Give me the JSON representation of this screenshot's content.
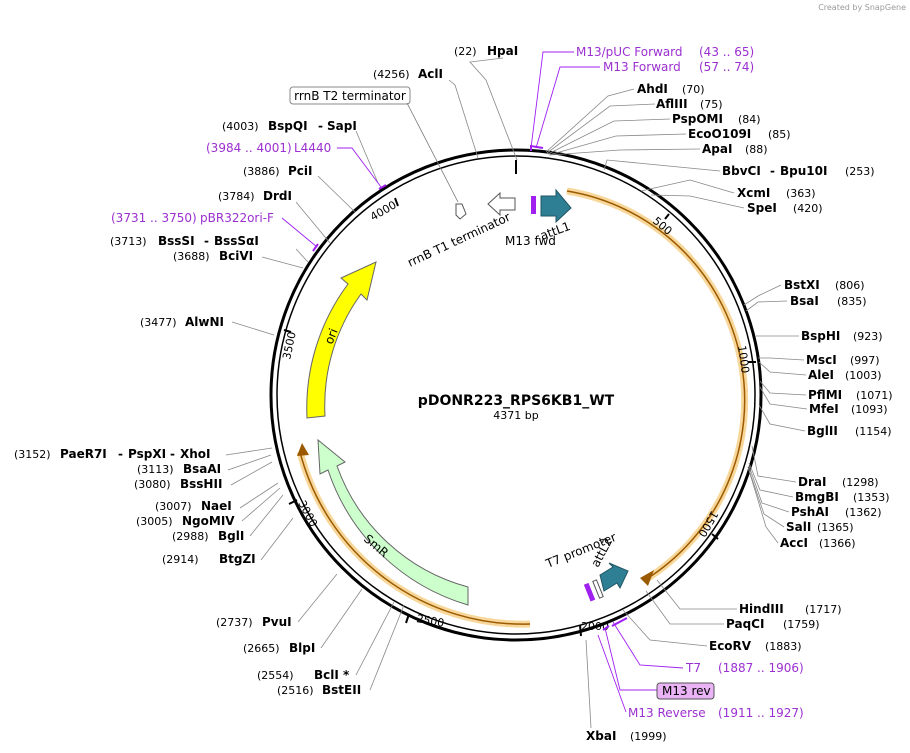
{
  "credit": "Created by SnapGene",
  "plasmid": {
    "name": "pDONR223_RPS6KB1_WT",
    "size_label": "4371 bp",
    "length": 4371
  },
  "colors": {
    "primer": "#9b30d0",
    "ori": "#ffff00",
    "smr": "#ccffcc",
    "att": "#2f7f94",
    "insert": "#f2b54a",
    "primer_site": "#a020f0"
  },
  "ticks": [
    {
      "label": "500"
    },
    {
      "label": "1000"
    },
    {
      "label": "1500"
    },
    {
      "label": "2000"
    },
    {
      "label": "2500"
    },
    {
      "label": "3000"
    },
    {
      "label": "3500"
    },
    {
      "label": "4000"
    }
  ],
  "enzymes": [
    {
      "pos": "(22)",
      "name": "HpaI"
    },
    {
      "pos": "(4256)",
      "name": "AclI"
    },
    {
      "pos": "(4003)",
      "name": "BspQI",
      "extra": "SapI"
    },
    {
      "pos": "(3886)",
      "name": "PciI"
    },
    {
      "pos": "(3784)",
      "name": "DrdI"
    },
    {
      "pos": "(3713)",
      "name": "BssSI",
      "extra": "BssSαI"
    },
    {
      "pos": "(3688)",
      "name": "BciVI"
    },
    {
      "pos": "(3477)",
      "name": "AlwNI"
    },
    {
      "pos": "(3152)",
      "name": "PaeR7I",
      "extra": "PspXI",
      "extra2": "XhoI"
    },
    {
      "pos": "(3113)",
      "name": "BsaAI"
    },
    {
      "pos": "(3080)",
      "name": "BssHII"
    },
    {
      "pos": "(3007)",
      "name": "NaeI"
    },
    {
      "pos": "(3005)",
      "name": "NgoMIV"
    },
    {
      "pos": "(2988)",
      "name": "BglI"
    },
    {
      "pos": "(2914)",
      "name": "BtgZI"
    },
    {
      "pos": "(2737)",
      "name": "PvuI"
    },
    {
      "pos": "(2665)",
      "name": "BlpI"
    },
    {
      "pos": "(2554)",
      "name": "BclI *"
    },
    {
      "pos": "(2516)",
      "name": "BstEII"
    },
    {
      "pos": "(1999)",
      "name": "XbaI"
    },
    {
      "pos": "(70)",
      "name": "AhdI"
    },
    {
      "pos": "(75)",
      "name": "AflIII"
    },
    {
      "pos": "(84)",
      "name": "PspOMI"
    },
    {
      "pos": "(85)",
      "name": "EcoO109I"
    },
    {
      "pos": "(88)",
      "name": "ApaI"
    },
    {
      "pos": "(253)",
      "name": "BbvCI",
      "extra": "Bpu10I"
    },
    {
      "pos": "(363)",
      "name": "XcmI"
    },
    {
      "pos": "(420)",
      "name": "SpeI"
    },
    {
      "pos": "(806)",
      "name": "BstXI"
    },
    {
      "pos": "(835)",
      "name": "BsaI"
    },
    {
      "pos": "(923)",
      "name": "BspHI"
    },
    {
      "pos": "(997)",
      "name": "MscI"
    },
    {
      "pos": "(1003)",
      "name": "AleI"
    },
    {
      "pos": "(1071)",
      "name": "PflMI"
    },
    {
      "pos": "(1093)",
      "name": "MfeI"
    },
    {
      "pos": "(1154)",
      "name": "BglII"
    },
    {
      "pos": "(1298)",
      "name": "DraI"
    },
    {
      "pos": "(1353)",
      "name": "BmgBI"
    },
    {
      "pos": "(1362)",
      "name": "PshAI"
    },
    {
      "pos": "(1365)",
      "name": "SalI"
    },
    {
      "pos": "(1366)",
      "name": "AccI"
    },
    {
      "pos": "(1717)",
      "name": "HindIII"
    },
    {
      "pos": "(1759)",
      "name": "PaqCI"
    },
    {
      "pos": "(1883)",
      "name": "EcoRV"
    }
  ],
  "primers": [
    {
      "name": "M13/pUC Forward",
      "range": "(43 .. 65)"
    },
    {
      "name": "M13 Forward",
      "range": "(57 .. 74)"
    },
    {
      "name": "L4440",
      "range": "(3984 .. 4001)"
    },
    {
      "name": "pBR322ori-F",
      "range": "(3731 .. 3750)"
    },
    {
      "name": "T7",
      "range": "(1887 .. 1906)"
    },
    {
      "name": "M13 rev"
    },
    {
      "name": "M13 Reverse",
      "range": "(1911 .. 1927)"
    }
  ],
  "features": {
    "rrnB_T2": "rrnB T2 terminator",
    "rrnB_T1": "rrnB T1 terminator",
    "m13_fwd": "M13 fwd",
    "attL1": "attL1",
    "ori": "ori",
    "smr": "SmR",
    "t7_promoter": "T7 promoter",
    "attL2": "attL2"
  }
}
